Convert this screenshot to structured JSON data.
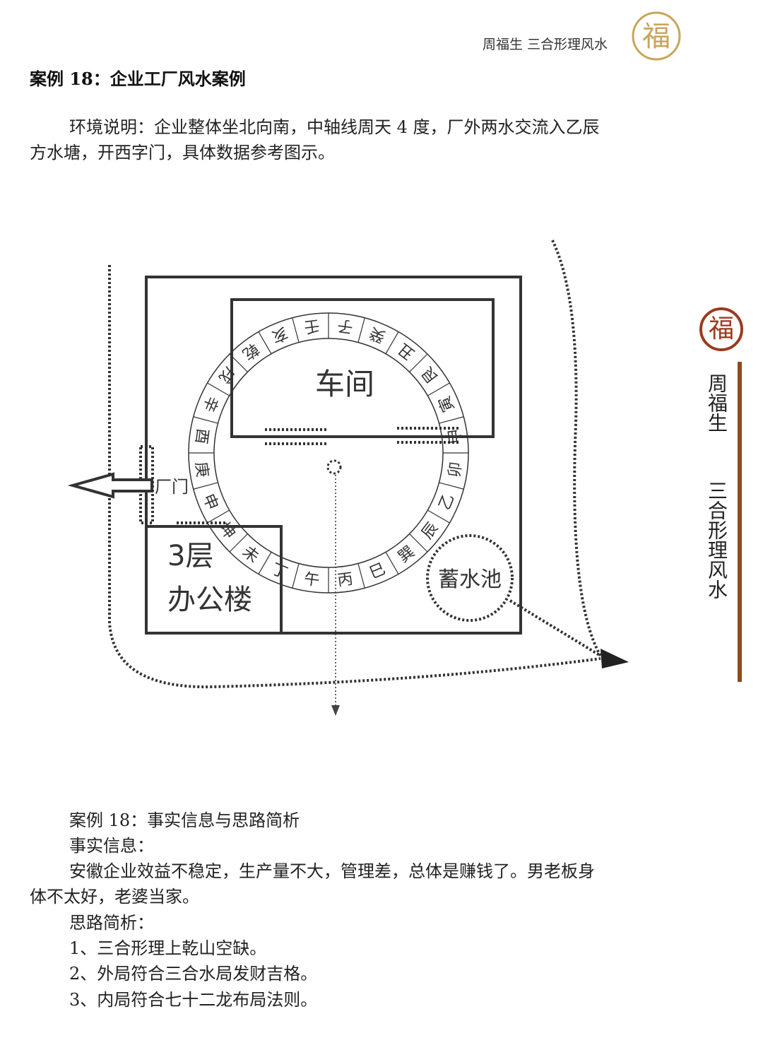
{
  "header": {
    "text": "周福生  三合形理风水",
    "logo_char": "福"
  },
  "title": "案例 18：企业工厂风水案例",
  "intro": [
    "环境说明：企业整体坐北向南，中轴线周天 4 度，厂外两水交流入乙辰",
    "方水塘，开西字门，具体数据参考图示。"
  ],
  "diagram": {
    "workshop": "车间",
    "office_line1": "3层",
    "office_line2": "办公楼",
    "gate": "厂门",
    "pond": "蓄水池",
    "ring": [
      "子",
      "癸",
      "丑",
      "艮",
      "寅",
      "甲",
      "卯",
      "乙",
      "辰",
      "巽",
      "巳",
      "丙",
      "午",
      "丁",
      "未",
      "坤",
      "申",
      "庚",
      "酉",
      "辛",
      "戌",
      "乾",
      "亥",
      "壬"
    ]
  },
  "body": [
    "案例 18：事实信息与思路简析",
    "事实信息：",
    "安徽企业效益不稳定，生产量不大，管理差，总体是赚钱了。男老板身",
    "体不太好，老婆当家。",
    "思路简析：",
    "1、三合形理上乾山空缺。",
    "2、外局符合三合水局发财吉格。",
    "3、内局符合七十二龙布局法则。"
  ],
  "sidebar": {
    "seal": "福",
    "name": "周福生",
    "brand": "三合形理风水"
  },
  "colors": {
    "seal": "#9b3a1c",
    "bar": "#8c4a22",
    "logo": "#c9a55a"
  }
}
